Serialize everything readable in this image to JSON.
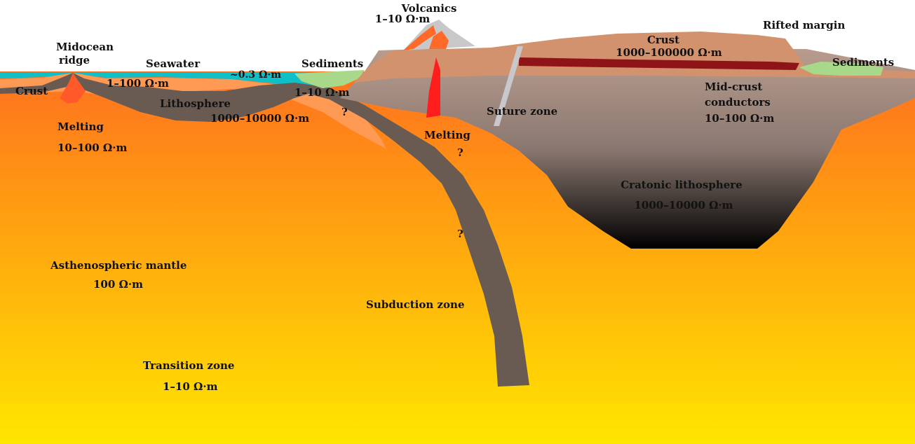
{
  "labels": {
    "volcanics_title": "Volcanics",
    "volcanics_res": "1–10 Ω·m",
    "rifted_margin": "Rifted margin",
    "midocean_1": "Midocean",
    "midocean_2": "ridge",
    "seawater_title": "Seawater",
    "seawater_res": "1–100 Ω·m",
    "seawater_small": "~0.3 Ω·m",
    "sediments_left_title": "Sediments",
    "sediments_left_res": "1–10 Ω·m",
    "sediments_right_title": "Sediments",
    "crust_left": "Crust",
    "crust_right_title": "Crust",
    "crust_right_res": "1000–100000 Ω·m",
    "lithosphere_title": "Lithosphere",
    "lithosphere_res": "1000–10000 Ω·m",
    "melting_left_title": "Melting",
    "melting_left_res": "10–100 Ω·m",
    "question_1": "?",
    "melting_center_title": "Melting",
    "question_2": "?",
    "suture_zone": "Suture zone",
    "midcrust_1": "Mid-crust",
    "midcrust_2": "conductors",
    "midcrust_res": "10–100 Ω·m",
    "cratonic_title": "Cratonic lithosphere",
    "cratonic_res": "1000–10000 Ω·m",
    "question_3": "?",
    "asthenosphere_title": "Asthenospheric mantle",
    "asthenosphere_res": "100 Ω·m",
    "subduction_zone": "Subduction zone",
    "transition_title": "Transition zone",
    "transition_res": "1–10 Ω·m"
  },
  "colors": {
    "mantle_top": "#ff5a28",
    "mantle_mid": "#ff9a12",
    "mantle_bottom": "#ffe600",
    "seawater": "#10c0c8",
    "oceanic_crust": "#ff9a55",
    "slab": "#6a5b52",
    "sediments": "#a8d88a",
    "continental_crust": "#d3926e",
    "craton_top": "#b89c8e",
    "craton_bottom": "#000000",
    "midcrust_conductor": "#8f1418",
    "volcano_cone": "#c8c8c8",
    "magma": "#ff1e1e",
    "suture": "#c8c8cc"
  }
}
